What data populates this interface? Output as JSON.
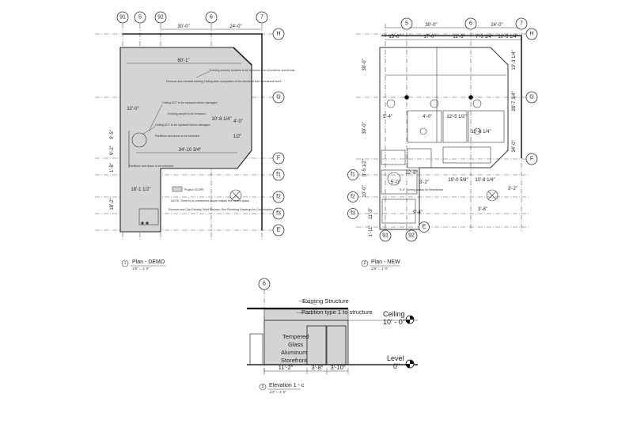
{
  "demo_plan": {
    "grid_cols": [
      "91",
      "5",
      "92",
      "6",
      "7"
    ],
    "grid_rows": [
      "H",
      "G",
      "F",
      "f1",
      "f2",
      "f3",
      "E"
    ],
    "top_dims": [
      "30'-0\"",
      "24'-0\""
    ],
    "dims": [
      "60'-1\"",
      "10'-8 1/4\"",
      "4'-0\"",
      "1/2\"",
      "34'-10 3/4\"",
      "12'-0\"",
      "9'-5\"",
      "9'-2\"",
      "1'-8\"",
      "18'-2\"",
      "18'-1 1/2\""
    ],
    "notes": [
      "Existing security shutters to be removed from all exterior storefronts",
      "Remove and reinstall existing Ceiling after completion of the electrical and mechanical work",
      "Ceiling ACT to be replaced where damaged",
      "Existing carpet to be removed",
      "Ceiling ACT to be replaced where damaged",
      "Partitions and doors to be removed",
      "Partitions and doors to be removed",
      "Remove and Cap Existing Toilet Fixtures. See Plumbing Drawings for Coordination"
    ],
    "legend_label": "Project SCOPE",
    "scope_note": "NOTE: There is no envisioned scope outside the rented space.",
    "title_number": "1",
    "title": "Plan - DEMO",
    "scale": "1/8\" = 1'-0\""
  },
  "new_plan": {
    "grid_cols": [
      "5",
      "6",
      "7"
    ],
    "grid_rows": [
      "H",
      "G",
      "F",
      "f1",
      "f2",
      "f3",
      "E"
    ],
    "bottom_cols": [
      "91",
      "92"
    ],
    "top_dims_1": [
      "30'-0\"",
      "24'-0\""
    ],
    "top_dims_2": [
      "13'-0\"",
      "17'-0\"",
      "12'-3\"",
      "7'-3 1/4\"",
      "10'-3 1/4\""
    ],
    "right_dims": [
      "10'-3 1/4\"",
      "28'-7 3/4\"",
      "10'-8 1/4\"",
      "34'-0\"",
      "3'-2\""
    ],
    "left_dims": [
      "30'-0\"",
      "30'-0\"",
      "9'-5 1/2\"",
      "10'-0\"",
      "11'-3\"",
      "1'-11\""
    ],
    "inner_dims": [
      "5'-4\"",
      "4'-0\"",
      "12'-5 1/2\"",
      "19'-0 5/8\"",
      "10'-8 1/4\"",
      "3'-8\"",
      "9'-4\"",
      "12'-8\"",
      "5'-0\"",
      "3'-2\""
    ],
    "turning_note": "5'-0\" Turning radius for Wheelchair",
    "title_number": "2",
    "title": "Plan - NEW",
    "scale": "1/8\" = 1'-0\""
  },
  "elevation": {
    "grid_col": "6",
    "labels": [
      "Existing Structure",
      "Partition type 1 to structure"
    ],
    "storefront_label": [
      "Tempered",
      "Glass",
      "Aluminum",
      "Storefront"
    ],
    "ceiling_name": "Ceiling",
    "ceiling_value": "10' - 0\"",
    "level_name": "Level",
    "level_value": "0\"",
    "dims": [
      "11'-2\"",
      "3'-8\"",
      "3'-10\""
    ],
    "title_number": "3",
    "title": "Elevation 1 - c",
    "scale": "1/4\" = 1'-0\""
  }
}
